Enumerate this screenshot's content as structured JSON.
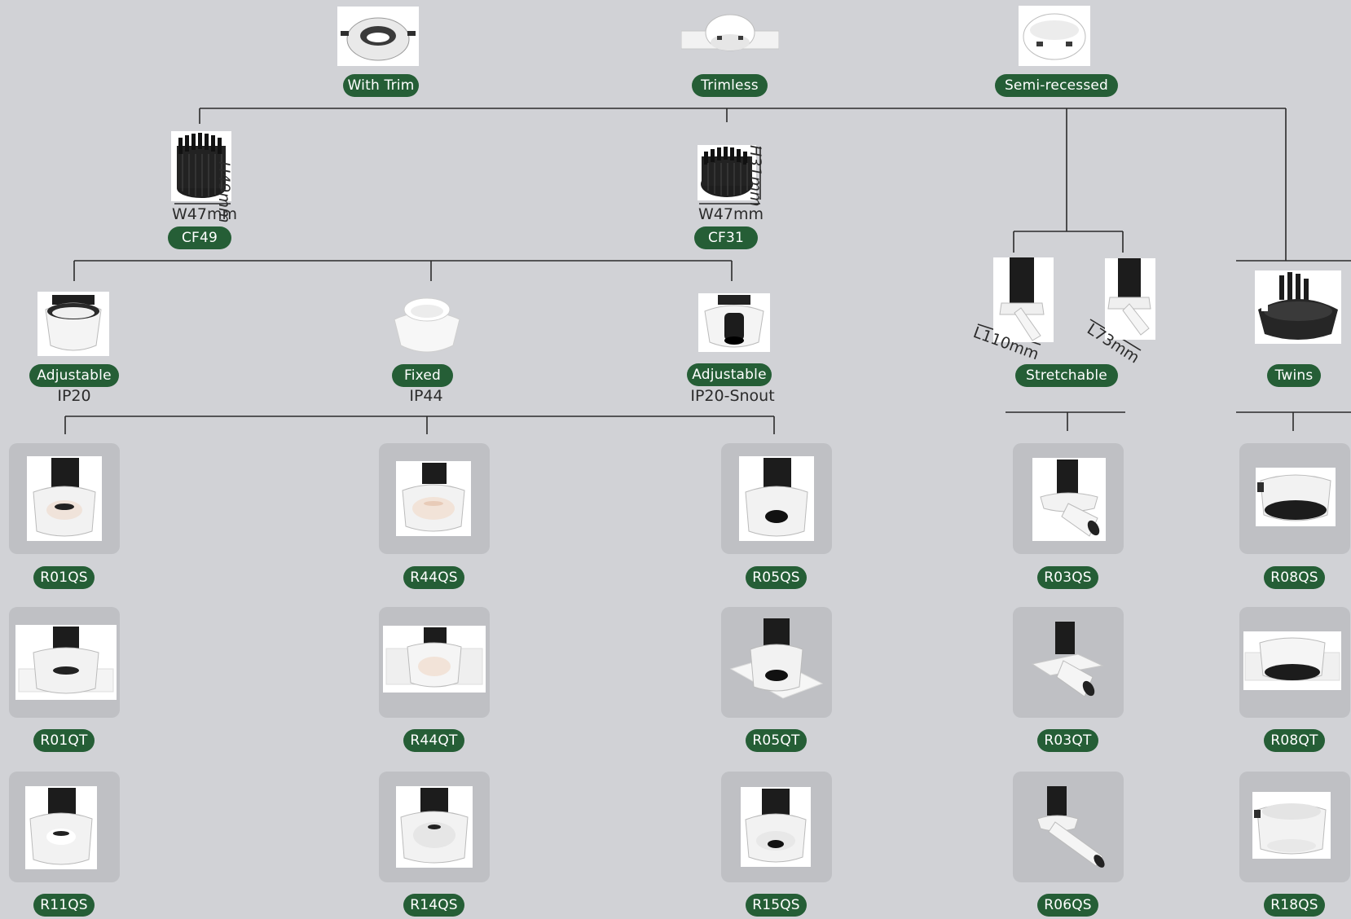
{
  "colors": {
    "background": "#d1d2d6",
    "pill": "#255e36",
    "card": "#bfc0c4",
    "line": "#2b2b2b"
  },
  "mounting": {
    "with_trim": "With Trim",
    "trimless": "Trimless",
    "semi_recessed": "Semi-recessed"
  },
  "modules": {
    "cf49": {
      "label": "CF49",
      "height": "H49mm",
      "width": "W47mm"
    },
    "cf31": {
      "label": "CF31",
      "height": "H31mm",
      "width": "W47mm"
    }
  },
  "types": {
    "adjustable_ip20": {
      "label": "Adjustable",
      "rating": "IP20"
    },
    "fixed_ip44": {
      "label": "Fixed",
      "rating": "IP44"
    },
    "adjustable_snout": {
      "label": "Adjustable",
      "rating": "IP20-Snout"
    },
    "stretchable": {
      "label": "Stretchable",
      "long_length": "L110mm",
      "short_length": "L73mm"
    },
    "twins": {
      "label": "Twins"
    }
  },
  "products": {
    "col1": [
      "R01QS",
      "R01QT",
      "R11QS"
    ],
    "col2": [
      "R44QS",
      "R44QT",
      "R14QS"
    ],
    "col3": [
      "R05QS",
      "R05QT",
      "R15QS"
    ],
    "col4": [
      "R03QS",
      "R03QT",
      "R06QS"
    ],
    "col5": [
      "R08QS",
      "R08QT",
      "R18QS"
    ]
  },
  "icons": {
    "trim": "downlight-with-trim-icon",
    "trimless": "downlight-trimless-icon",
    "semi": "downlight-semi-recessed-icon",
    "heatsink": "heatsink-module-icon",
    "stretch": "stretchable-spot-icon",
    "twins": "twins-downlight-icon"
  }
}
